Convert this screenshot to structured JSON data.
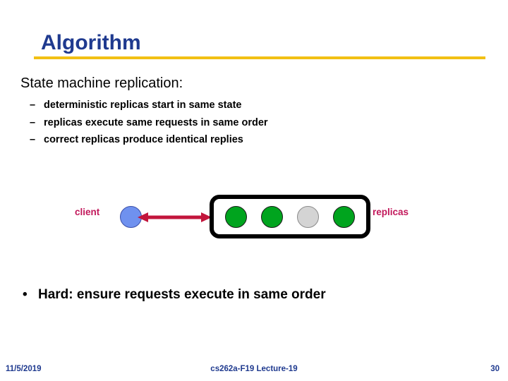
{
  "slide": {
    "title": "Algorithm",
    "title_color": "#1f3a8f",
    "rule_color": "#f2c014",
    "background": "#ffffff"
  },
  "body": {
    "lead": "State machine replication:",
    "dash_mark": "–",
    "dash_items": [
      "deterministic replicas start in same state",
      "replicas execute same requests in same order",
      "correct replicas produce identical replies"
    ],
    "bullet_mark": "•",
    "bullet_text": "Hard: ensure requests execute in same order"
  },
  "diagram": {
    "client_label": "client",
    "replicas_label": "replicas",
    "label_color": "#c2185b",
    "client_node": {
      "name": "client",
      "fill": "#6f91ef",
      "stroke": "#3b4fa8"
    },
    "arrow": {
      "name": "bidirectional-request-reply-arrow",
      "color": "#c2153c",
      "direction": "double"
    },
    "replica_box": {
      "border_color": "#000000",
      "fill": "#ffffff"
    },
    "replica_nodes": [
      {
        "index": 1,
        "state": "ok",
        "fill": "#00a41e",
        "stroke": "#1a1a1a"
      },
      {
        "index": 2,
        "state": "ok",
        "fill": "#00a41e",
        "stroke": "#1a1a1a"
      },
      {
        "index": 3,
        "state": "faulty",
        "fill": "#d4d4d4",
        "stroke": "#8a8a8a"
      },
      {
        "index": 4,
        "state": "ok",
        "fill": "#00a41e",
        "stroke": "#1a1a1a"
      }
    ]
  },
  "footer": {
    "date": "11/5/2019",
    "course": "cs262a-F19 Lecture-19",
    "page": "30",
    "color": "#1f3a8f"
  }
}
